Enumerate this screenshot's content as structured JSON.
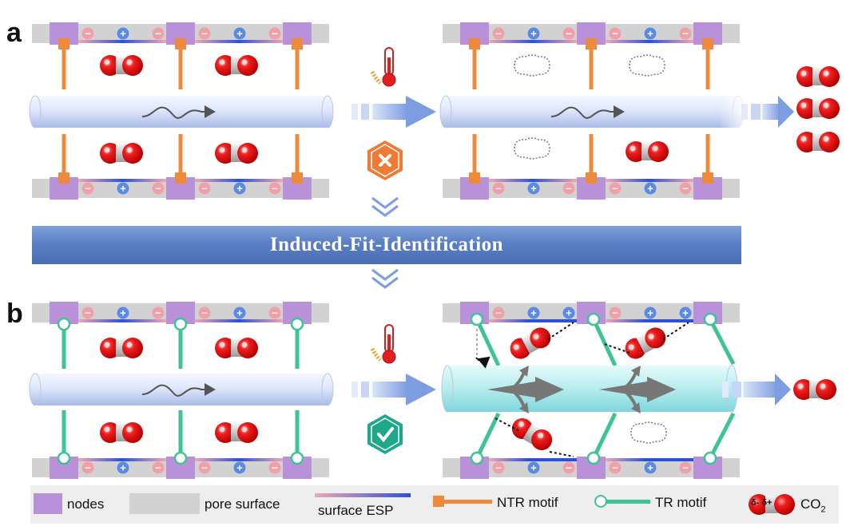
{
  "panels": {
    "a_label": "a",
    "b_label": "b"
  },
  "banner": {
    "title": "Induced-Fit-Identification"
  },
  "charges": {
    "negative": "−",
    "positive": "+"
  },
  "legend": {
    "nodes": "nodes",
    "pore_surface": "pore surface",
    "surface_esp": "surface ESP",
    "ntr_motif": "NTR motif",
    "tr_motif": "TR motif",
    "co2_partial": "δ- δ+",
    "co2_prefix": "CO",
    "co2_subscript": "2"
  },
  "colors": {
    "node": "#b891d8",
    "pore_surface": "#d2d2d2",
    "ntr_motif": "#ee8a3c",
    "tr_motif": "#3ec494",
    "co2_oxygen": "#e01616",
    "co2_carbon": "#cfcfcf",
    "esp_negative": "#f0a5b5",
    "esp_positive": "#2a52d6",
    "arrow_blue": "#7c9de0",
    "hex_fail": "#ee7a36",
    "hex_pass": "#1fa78c",
    "banner": "#5a7fc4"
  },
  "icons": [
    "thermometer-icon",
    "heat-icon",
    "x-hexagon-icon",
    "check-hexagon-icon",
    "chevron-down-icon"
  ]
}
